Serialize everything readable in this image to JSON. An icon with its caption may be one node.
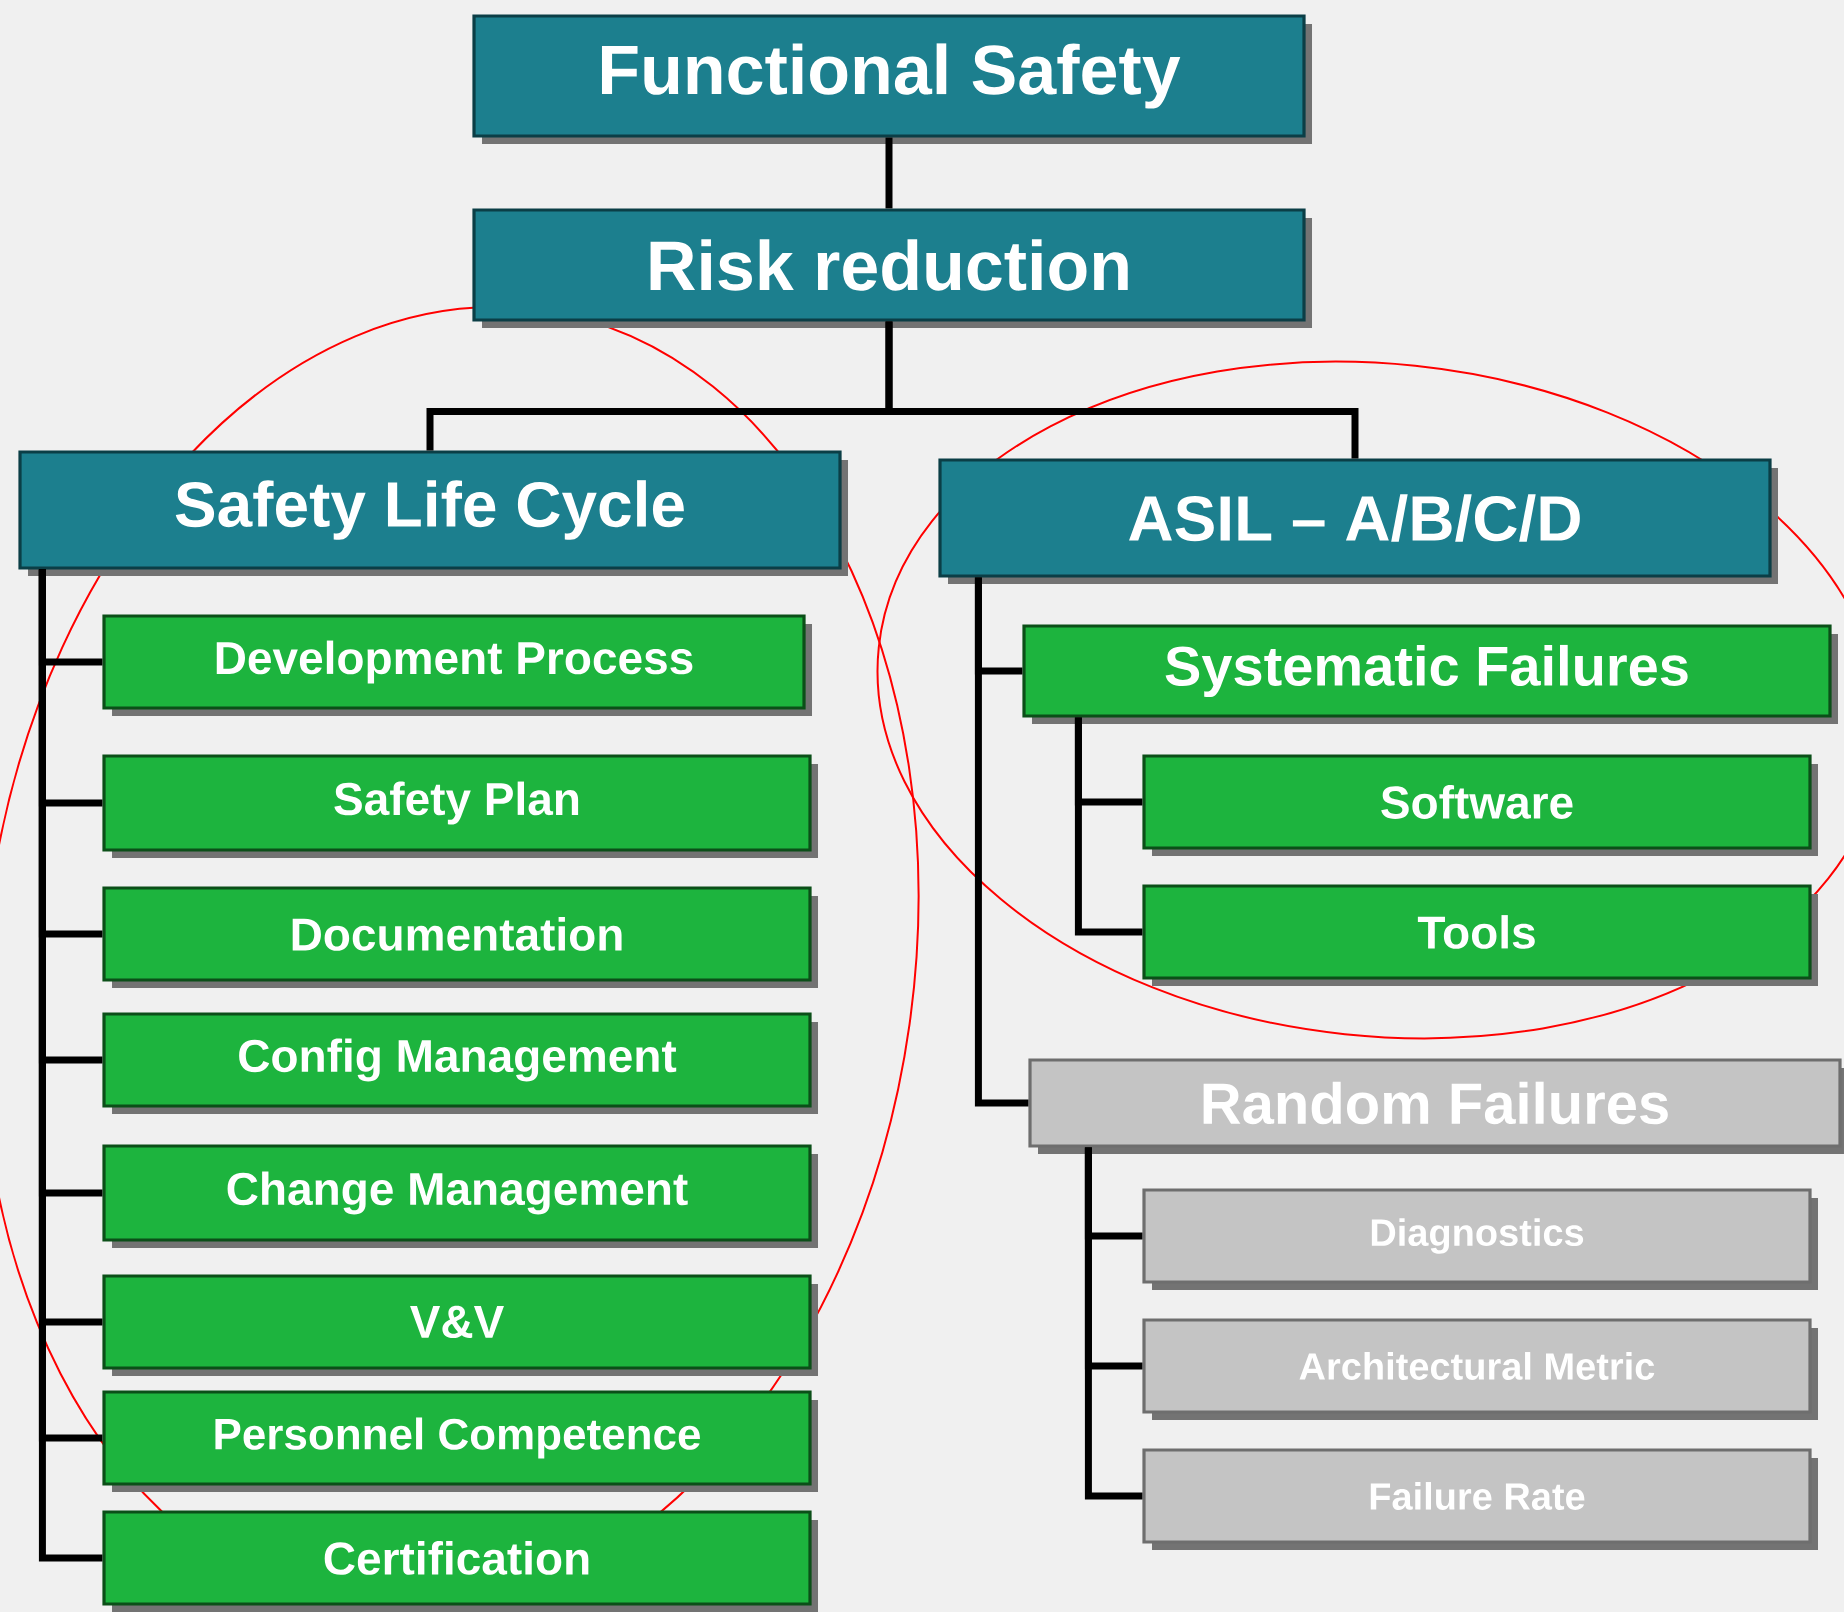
{
  "diagram": {
    "nodes": [
      {
        "text": [
          "Functional Safety"
        ]
      },
      {
        "text": [
          "Risk reduction"
        ]
      },
      {
        "text": [
          "Safety Life Cycle"
        ]
      },
      {
        "text": [
          "ASIL – A/B/C/D"
        ]
      },
      {
        "text": [
          "Development Process"
        ]
      },
      {
        "text": [
          "Safety Plan"
        ]
      },
      {
        "text": [
          "Documentation"
        ]
      },
      {
        "text": [
          "Config Management"
        ]
      },
      {
        "text": [
          "Change Management"
        ]
      },
      {
        "text": [
          "V&V"
        ]
      },
      {
        "text": [
          "Personnel Competence"
        ]
      },
      {
        "text": [
          "Certification"
        ]
      },
      {
        "text": [
          "Systematic Failures"
        ]
      },
      {
        "text": [
          "Software"
        ]
      },
      {
        "text": [
          "Tools"
        ]
      },
      {
        "text": [
          "Random Failures"
        ]
      },
      {
        "text": [
          "Diagnostics"
        ]
      },
      {
        "text": [
          "Architectural Metric"
        ]
      },
      {
        "text": [
          "Failure Rate"
        ]
      }
    ],
    "edges": [
      {
        "from": 0,
        "to": 1,
        "arrow": "none"
      },
      {
        "from": 1,
        "to": 2,
        "arrow": "none"
      },
      {
        "from": 1,
        "to": 3,
        "arrow": "none"
      },
      {
        "from": 2,
        "to": 4,
        "arrow": "none"
      },
      {
        "from": 2,
        "to": 5,
        "arrow": "none"
      },
      {
        "from": 2,
        "to": 6,
        "arrow": "none"
      },
      {
        "from": 2,
        "to": 7,
        "arrow": "none"
      },
      {
        "from": 2,
        "to": 8,
        "arrow": "none"
      },
      {
        "from": 2,
        "to": 9,
        "arrow": "none"
      },
      {
        "from": 2,
        "to": 10,
        "arrow": "none"
      },
      {
        "from": 2,
        "to": 11,
        "arrow": "none"
      },
      {
        "from": 3,
        "to": 12,
        "arrow": "none"
      },
      {
        "from": 3,
        "to": 15,
        "arrow": "none"
      },
      {
        "from": 12,
        "to": 13,
        "arrow": "none"
      },
      {
        "from": 12,
        "to": 14,
        "arrow": "none"
      },
      {
        "from": 15,
        "to": 16,
        "arrow": "none"
      },
      {
        "from": 15,
        "to": 17,
        "arrow": "none"
      },
      {
        "from": 15,
        "to": 18,
        "arrow": "none"
      }
    ]
  }
}
